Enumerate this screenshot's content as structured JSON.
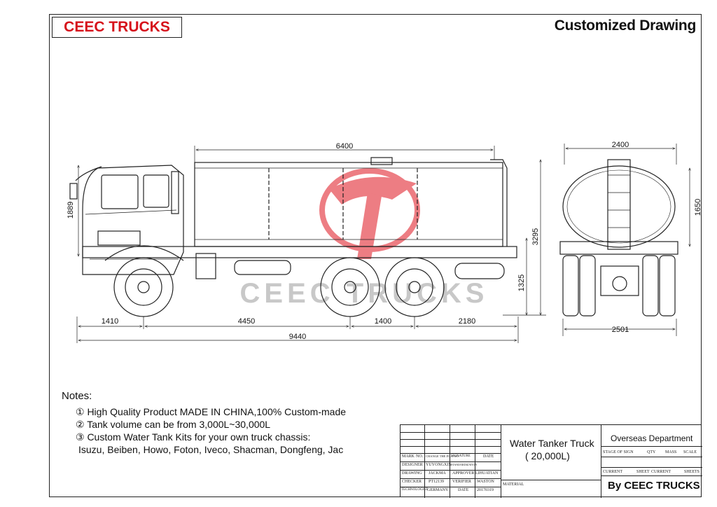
{
  "header": {
    "brand": "CEEC TRUCKS",
    "title": "Customized Drawing"
  },
  "watermark": {
    "text": "CEEC TRUCKS",
    "color": "#d6121b"
  },
  "dimensions": {
    "length_tank": "6400",
    "width_top": "2400",
    "cab_height": "1889",
    "tank_height": "1650",
    "total_height": "3295",
    "chassis_height": "1325",
    "front_overhang": "1410",
    "wheelbase_1": "4450",
    "wheelbase_2": "1400",
    "rear_overhang": "2180",
    "total_length": "9440",
    "width_bottom": "2501"
  },
  "notes": {
    "heading": "Notes:",
    "items": [
      "① High Quality Product MADE IN CHINA,100% Custom-made",
      "② Tank volume can be from 3,000L~30,000L",
      "③ Custom Water Tank Kits for your own truck chassis:"
    ],
    "brands": "Isuzu, Beiben, Howo, Foton, Iveco, Shacman, Dongfeng, Jac"
  },
  "title_block": {
    "product_name": "Water Tanker Truck",
    "capacity": "( 20,000L)",
    "department": "Overseas Department",
    "by": "By CEEC TRUCKS",
    "material_label": "MATERIAL",
    "col_headers": [
      "MARK",
      "NO.",
      "CHANGE THE FILE NO.",
      "SIGNATURE",
      "DATE"
    ],
    "rows": [
      [
        "DESIGNER",
        "YUYONGXIN",
        "STANDARDIZATION",
        ""
      ],
      [
        "DRAWING",
        "JACKMA",
        "APPROVER",
        "LIHUATIAN"
      ],
      [
        "CHECKER",
        "PT12139",
        "VERIFIER",
        "WASTON"
      ],
      [
        "TECHNOLOGIST",
        "GERMANY",
        "DATE",
        "20170319"
      ]
    ],
    "stage_headers": [
      "STAGE OF SIGN",
      "QTY",
      "MASS",
      "SCALE"
    ],
    "sheet_labels": [
      "CURRENT",
      "SHEET",
      "CURRENT",
      "SHEETS"
    ]
  },
  "colors": {
    "line": "#222222",
    "brand_red": "#d6121b"
  }
}
